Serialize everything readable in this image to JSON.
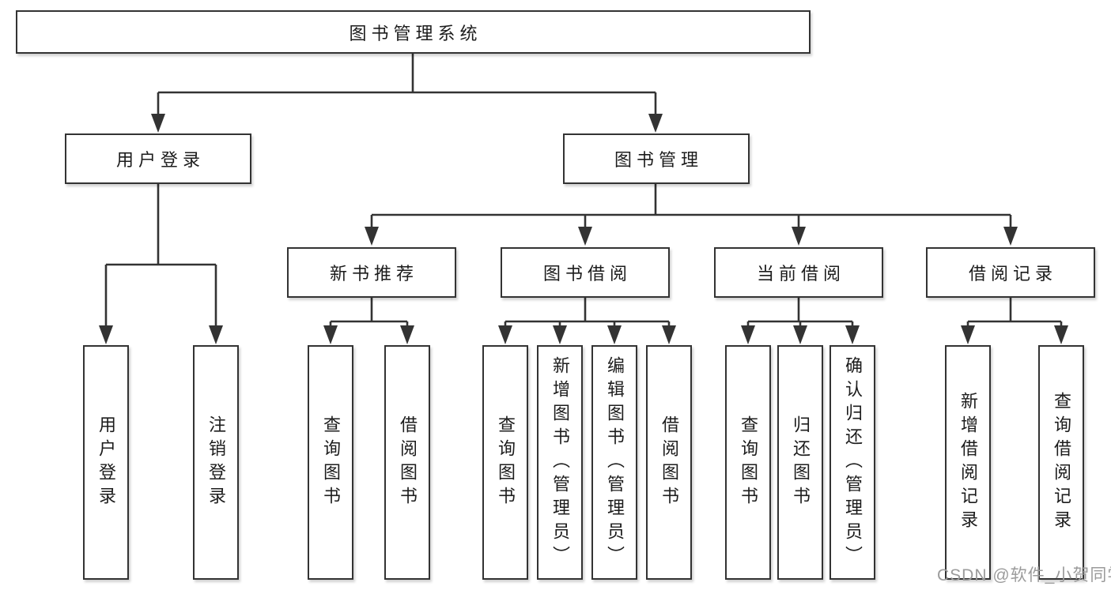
{
  "diagram": {
    "root": {
      "label": "图书管理系统"
    },
    "level2": [
      {
        "label": "用户登录"
      },
      {
        "label": "图书管理"
      }
    ],
    "level3": [
      {
        "label": "新书推荐"
      },
      {
        "label": "图书借阅"
      },
      {
        "label": "当前借阅"
      },
      {
        "label": "借阅记录"
      }
    ],
    "leaves": {
      "user_login": [
        "用户登录",
        "注销登录"
      ],
      "new_book_recommend": [
        "查询图书",
        "借阅图书"
      ],
      "book_borrow": [
        "查询图书",
        "新增图书（管理员）",
        "编辑图书（管理员）",
        "借阅图书"
      ],
      "current_borrow": [
        "查询图书",
        "归还图书",
        "确认归还（管理员）"
      ],
      "borrow_records": [
        "新增借阅记录",
        "查询借阅记录"
      ]
    },
    "watermark": {
      "text": "CSDN @软件_小贺同学",
      "color": "#9b9b9b"
    },
    "colors": {
      "line": "#333333",
      "box_border": "#333333",
      "text": "#1c1c1c",
      "background": "#ffffff"
    }
  }
}
